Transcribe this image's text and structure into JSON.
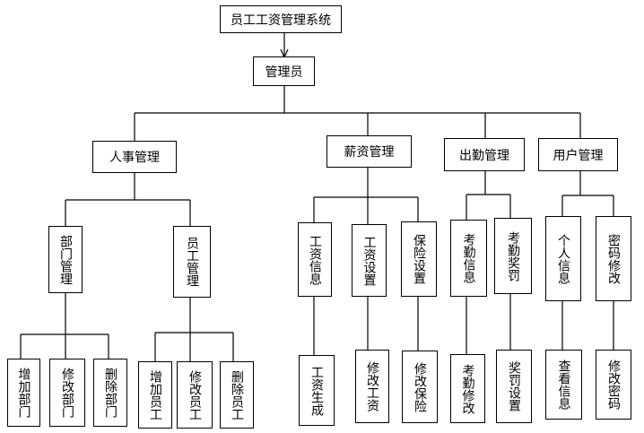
{
  "nodes": {
    "system": "员工工资管理系统",
    "admin": "管理员",
    "hr": "人事管理",
    "salary": "薪资管理",
    "attendance": "出勤管理",
    "user": "用户管理",
    "dept": "部门管理",
    "emp": "员工管理",
    "salary_info": "工资信息",
    "salary_set": "工资设置",
    "insurance_set": "保险设置",
    "att_info": "考勤信息",
    "att_reward": "考勤奖罚",
    "personal_info": "个人信息",
    "pwd_change": "密码修改",
    "add_dept": "增加部门",
    "mod_dept": "修改部门",
    "del_dept": "删除部门",
    "add_emp": "增加员工",
    "mod_emp": "修改员工",
    "del_emp": "删除员工",
    "gen_salary": "工资生成",
    "mod_salary": "修改工资",
    "mod_insurance": "修改保险",
    "mod_att": "考勤修改",
    "reward_set": "奖罚设置",
    "view_info": "查看信息",
    "mod_pwd": "修改密码"
  }
}
